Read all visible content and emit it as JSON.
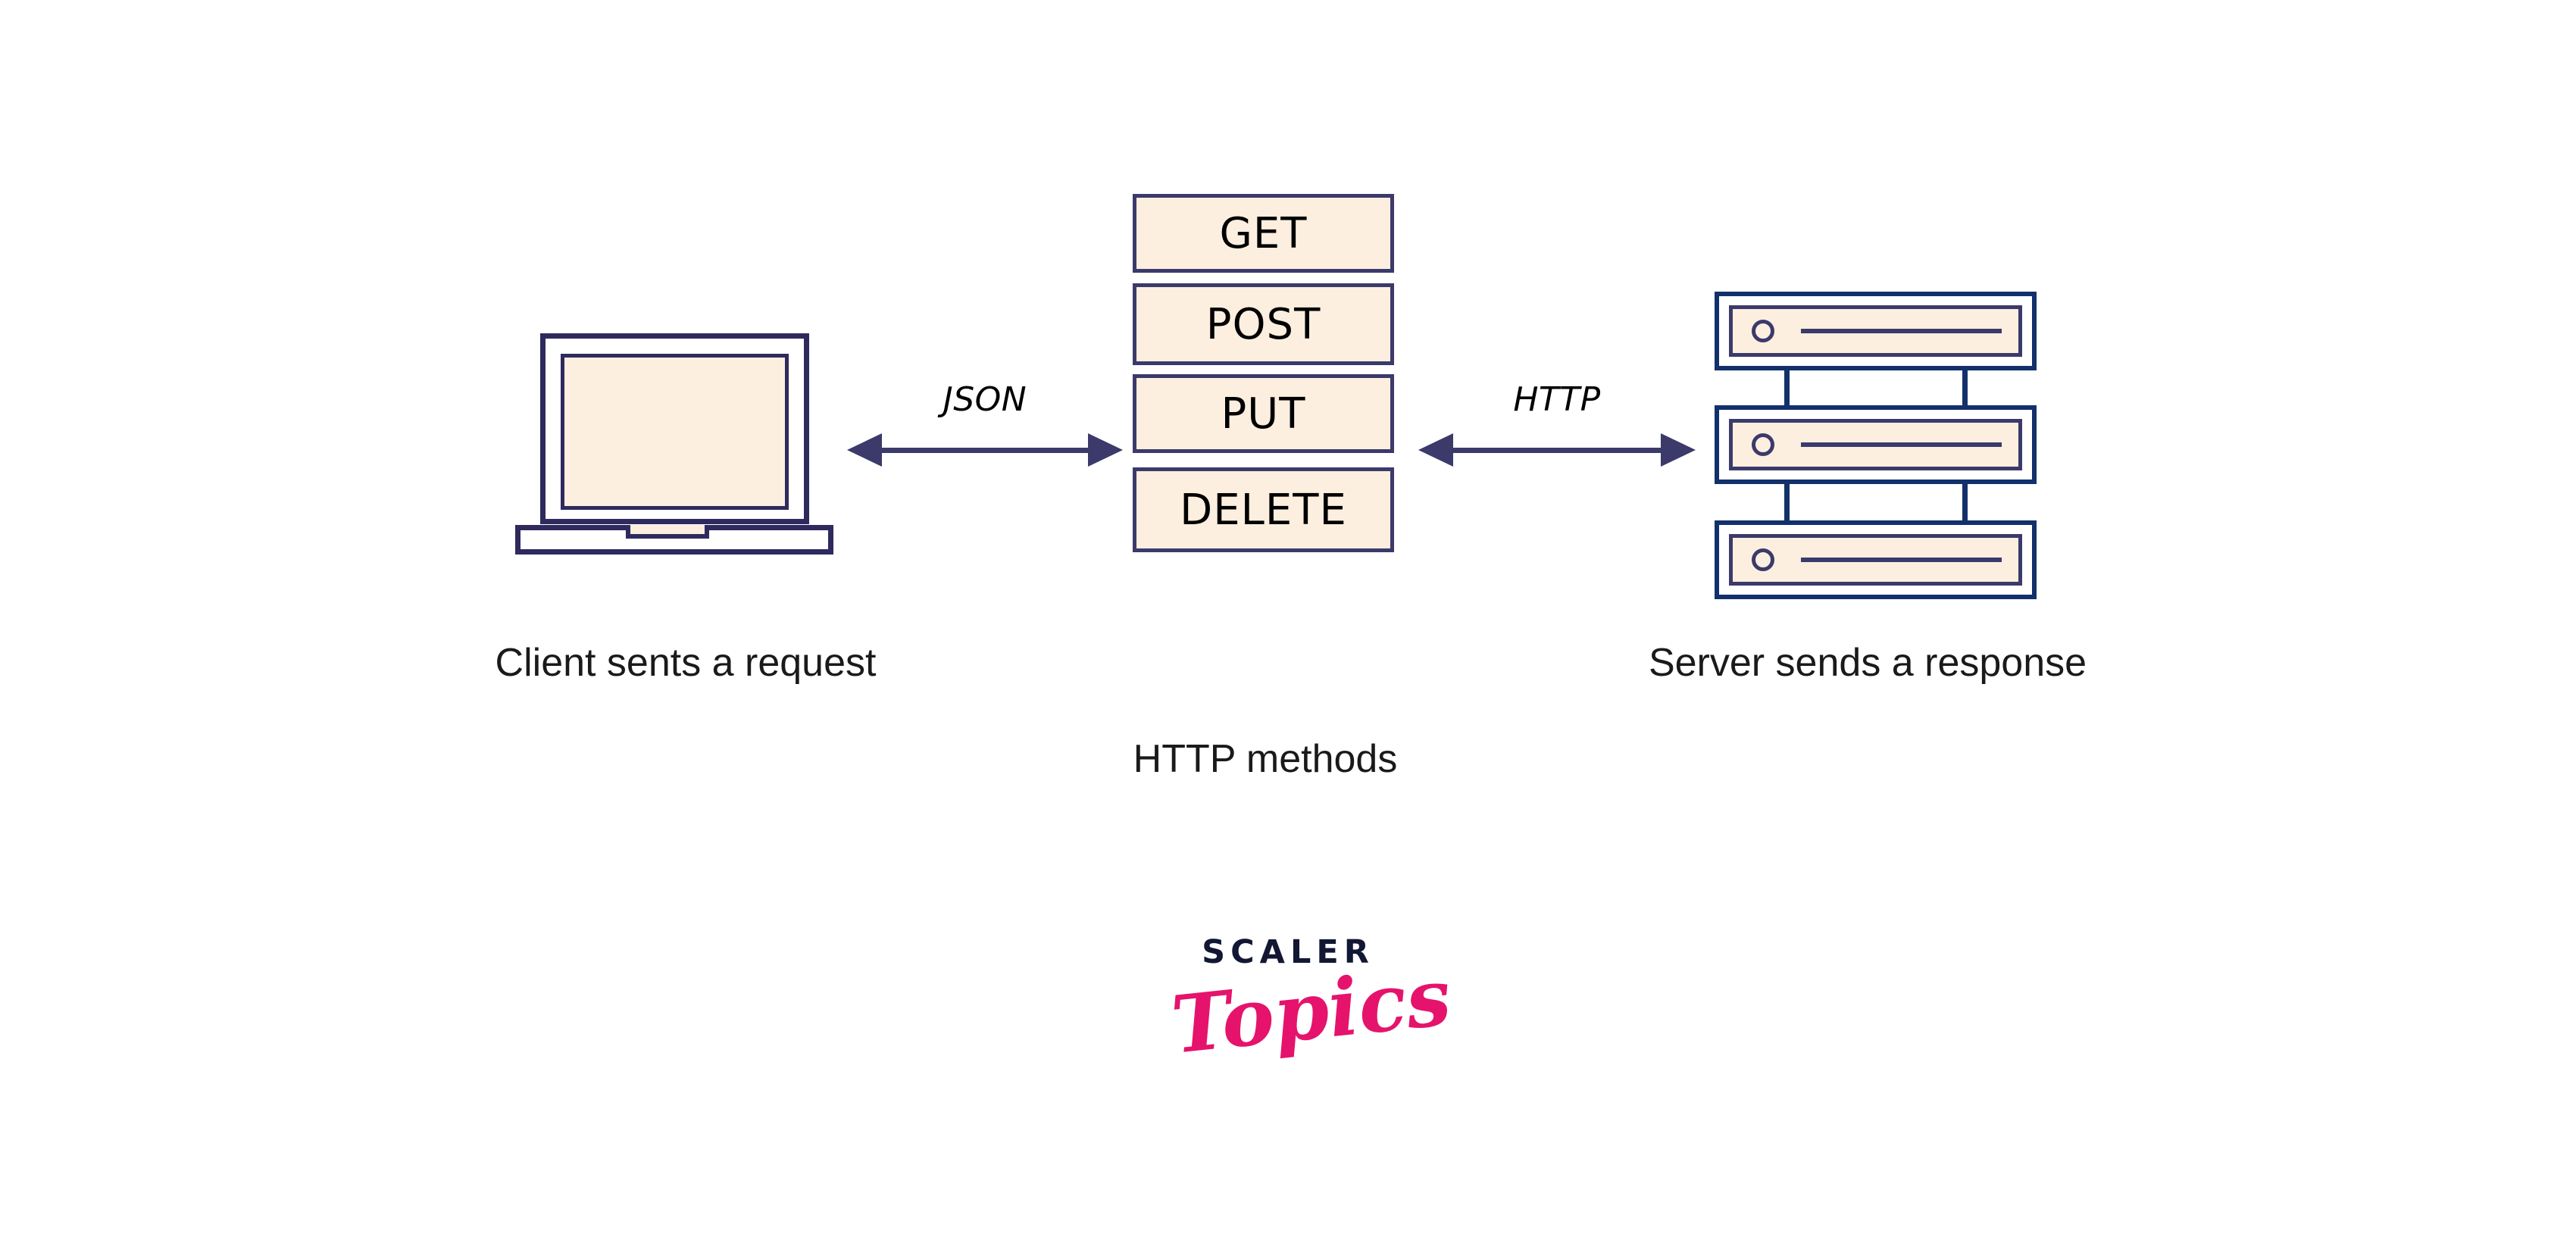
{
  "diagram": {
    "title": "HTTP request/response flow between client and server",
    "colors": {
      "box_fill": "#FCEFDF",
      "box_border": "#3B3A6B",
      "server_border": "#12306B",
      "arrow": "#3B3A6B",
      "text": "#1a1a1a",
      "logo_dark": "#121833",
      "logo_pink": "#E5136B",
      "background": "#ffffff"
    }
  },
  "client": {
    "icon": "laptop-icon",
    "caption": "Client sents a request"
  },
  "server": {
    "icon": "server-rack-icon",
    "caption": "Server sends a response",
    "units": [
      {
        "led": "status-led",
        "bar": "drive-bay-line"
      },
      {
        "led": "status-led",
        "bar": "drive-bay-line"
      },
      {
        "led": "status-led",
        "bar": "drive-bay-line"
      }
    ]
  },
  "methods": {
    "caption": "HTTP methods",
    "items": [
      {
        "label": "GET"
      },
      {
        "label": "POST"
      },
      {
        "label": "PUT"
      },
      {
        "label": "DELETE"
      }
    ]
  },
  "arrows": [
    {
      "name": "client-to-methods",
      "label": "JSON",
      "direction": "bidirectional"
    },
    {
      "name": "methods-to-server",
      "label": "HTTP",
      "direction": "bidirectional"
    }
  ],
  "logo": {
    "primary": "SCALER",
    "secondary": "Topics"
  }
}
